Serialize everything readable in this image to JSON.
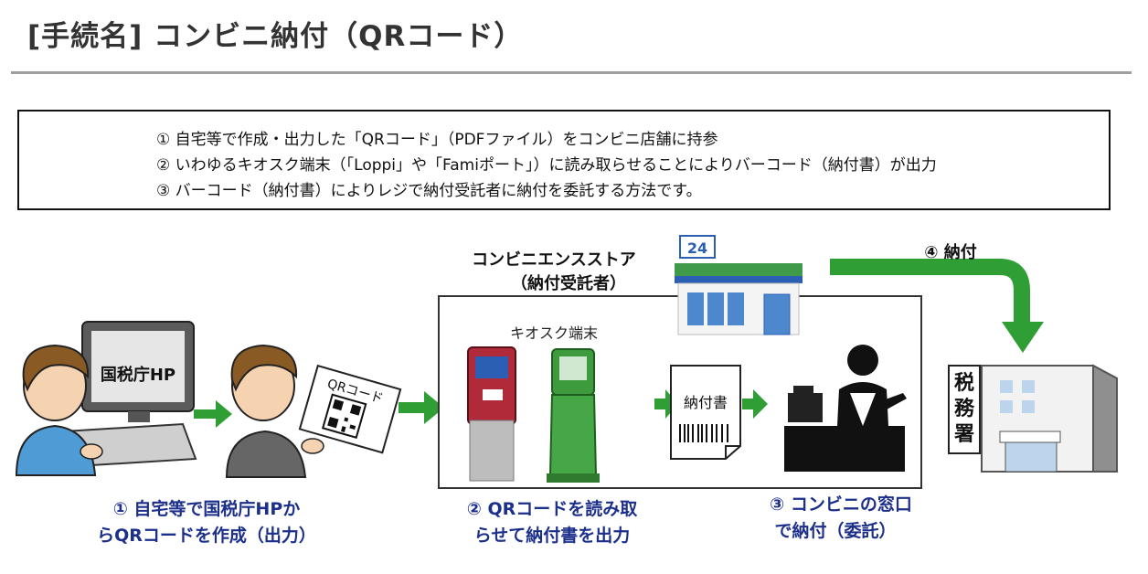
{
  "title": "[手続名] コンビニ納付（QRコード）",
  "steps": [
    "①  自宅等で作成・出力した「QRコード」（PDFファイル）をコンビニ店舗に持参",
    "②  いわゆるキオスク端末（「Loppi」や「Famiポート」）に読み取らせることによりバーコード（納付書）が出力",
    "③  バーコード（納付書）によりレジで納付受託者に納付を委託する方法です。"
  ],
  "diagram": {
    "store_name": "コンビニエンスストア",
    "store_role": "（納付受託者）",
    "store_sign": "24",
    "kiosk_label": "キオスク端末",
    "monitor_text": "国税庁HP",
    "qr_text": "QRコード",
    "slip_text": "納付書",
    "payment_label": "④  納付",
    "tax_office_sign": [
      "税",
      "務",
      "署"
    ],
    "captions": [
      [
        "①  自宅等で国税庁HPか",
        "らQRコードを作成（出力）"
      ],
      [
        "②  QRコードを読み取",
        "らせて納付書を出力"
      ],
      [
        "③  コンビニの窓口",
        "で納付（委託）"
      ]
    ],
    "colors": {
      "arrow": "#2f9e35",
      "caption": "#1c2f8a",
      "store_green": "#3f9b4a",
      "store_blue": "#2a5fb4"
    }
  }
}
